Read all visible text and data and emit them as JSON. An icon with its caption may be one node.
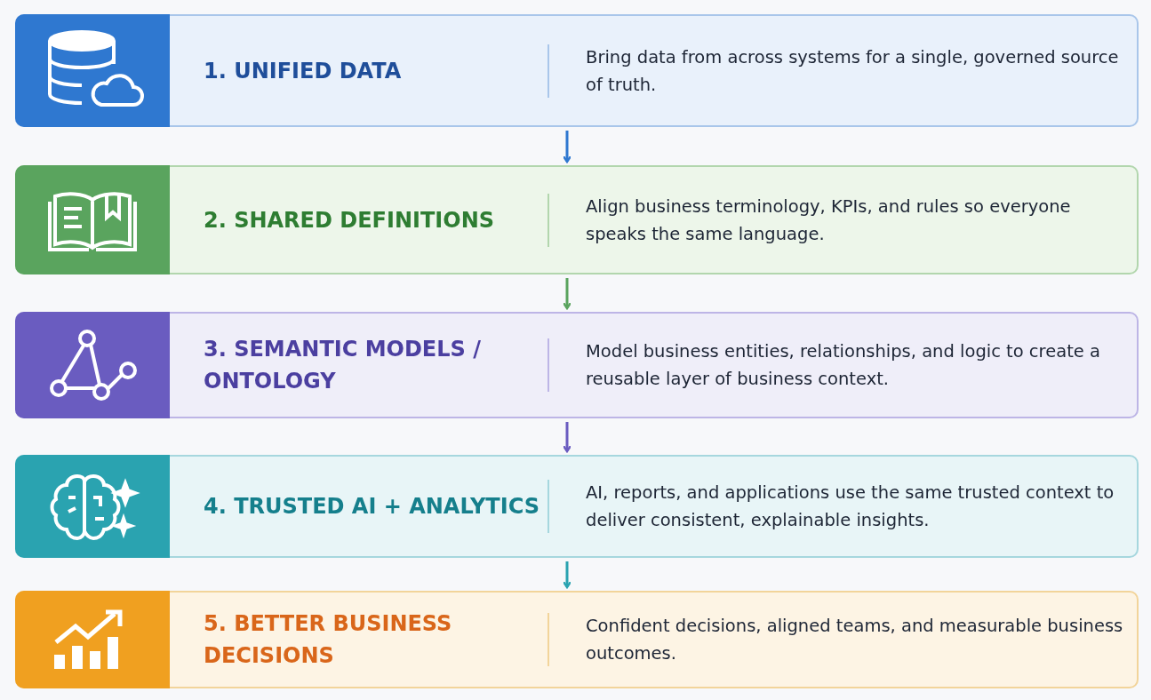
{
  "diagram": {
    "nodes": [
      {
        "text": [
          "1. UNIFIED DATA",
          "Bring data from across systems for a single, governed source of truth."
        ]
      },
      {
        "text": [
          "2. SHARED DEFINITIONS",
          "Align business terminology, KPIs, and rules so everyone speaks the same language."
        ]
      },
      {
        "text": [
          "3. SEMANTIC MODELS / ONTOLOGY",
          "Model business entities, relationships, and logic to create a reusable layer of business context."
        ]
      },
      {
        "text": [
          "4. TRUSTED AI + ANALYTICS",
          "AI, reports, and applications use the same trusted context to deliver consistent, explainable insights."
        ]
      },
      {
        "text": [
          "5. BETTER BUSINESS DECISIONS",
          "Confident decisions, aligned teams, and measurable business outcomes."
        ]
      }
    ],
    "edges": [
      {
        "from": 0,
        "to": 1,
        "arrow": "to",
        "color": "#2f78d0"
      },
      {
        "from": 1,
        "to": 2,
        "arrow": "to",
        "color": "#5aa45e"
      },
      {
        "from": 2,
        "to": 3,
        "arrow": "to",
        "color": "#6a5cc0"
      },
      {
        "from": 3,
        "to": 4,
        "arrow": "to",
        "color": "#2aa3b0"
      }
    ]
  }
}
